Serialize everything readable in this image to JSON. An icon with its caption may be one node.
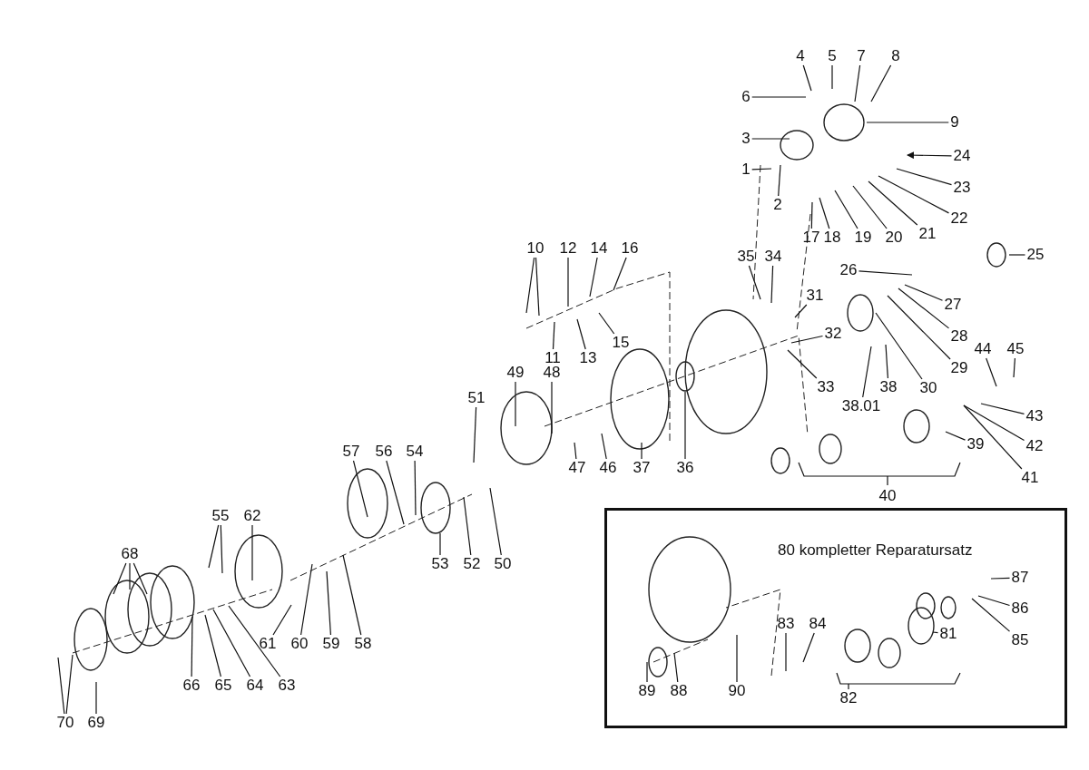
{
  "diagram": {
    "nodes": [
      {
        "text": [
          "1"
        ]
      },
      {
        "text": [
          "2"
        ]
      },
      {
        "text": [
          "3"
        ]
      },
      {
        "text": [
          "4"
        ]
      },
      {
        "text": [
          "5"
        ]
      },
      {
        "text": [
          "6"
        ]
      },
      {
        "text": [
          "7"
        ]
      },
      {
        "text": [
          "8"
        ]
      },
      {
        "text": [
          "9"
        ]
      },
      {
        "text": [
          "10"
        ]
      },
      {
        "text": [
          "11"
        ]
      },
      {
        "text": [
          "12"
        ]
      },
      {
        "text": [
          "13"
        ]
      },
      {
        "text": [
          "14"
        ]
      },
      {
        "text": [
          "15"
        ]
      },
      {
        "text": [
          "16"
        ]
      },
      {
        "text": [
          "17"
        ]
      },
      {
        "text": [
          "18"
        ]
      },
      {
        "text": [
          "19"
        ]
      },
      {
        "text": [
          "20"
        ]
      },
      {
        "text": [
          "21"
        ]
      },
      {
        "text": [
          "22"
        ]
      },
      {
        "text": [
          "23"
        ]
      },
      {
        "text": [
          "24"
        ]
      },
      {
        "text": [
          "25"
        ]
      },
      {
        "text": [
          "26"
        ]
      },
      {
        "text": [
          "27"
        ]
      },
      {
        "text": [
          "28"
        ]
      },
      {
        "text": [
          "29"
        ]
      },
      {
        "text": [
          "30"
        ]
      },
      {
        "text": [
          "31"
        ]
      },
      {
        "text": [
          "32"
        ]
      },
      {
        "text": [
          "33"
        ]
      },
      {
        "text": [
          "34"
        ]
      },
      {
        "text": [
          "35"
        ]
      },
      {
        "text": [
          "36"
        ]
      },
      {
        "text": [
          "37"
        ]
      },
      {
        "text": [
          "38"
        ]
      },
      {
        "text": [
          "38.01"
        ]
      },
      {
        "text": [
          "39"
        ]
      },
      {
        "text": [
          "40"
        ]
      },
      {
        "text": [
          "41"
        ]
      },
      {
        "text": [
          "42"
        ]
      },
      {
        "text": [
          "43"
        ]
      },
      {
        "text": [
          "44"
        ]
      },
      {
        "text": [
          "45"
        ]
      },
      {
        "text": [
          "46"
        ]
      },
      {
        "text": [
          "47"
        ]
      },
      {
        "text": [
          "48"
        ]
      },
      {
        "text": [
          "49"
        ]
      },
      {
        "text": [
          "50"
        ]
      },
      {
        "text": [
          "51"
        ]
      },
      {
        "text": [
          "52"
        ]
      },
      {
        "text": [
          "53"
        ]
      },
      {
        "text": [
          "54"
        ]
      },
      {
        "text": [
          "55"
        ]
      },
      {
        "text": [
          "56"
        ]
      },
      {
        "text": [
          "57"
        ]
      },
      {
        "text": [
          "58"
        ]
      },
      {
        "text": [
          "59"
        ]
      },
      {
        "text": [
          "60"
        ]
      },
      {
        "text": [
          "61"
        ]
      },
      {
        "text": [
          "62"
        ]
      },
      {
        "text": [
          "63"
        ]
      },
      {
        "text": [
          "64"
        ]
      },
      {
        "text": [
          "65"
        ]
      },
      {
        "text": [
          "66"
        ]
      },
      {
        "text": [
          "68"
        ]
      },
      {
        "text": [
          "69"
        ]
      },
      {
        "text": [
          "70"
        ]
      },
      {
        "text": [
          "80 kompletter Reparatursatz"
        ]
      },
      {
        "text": [
          "81"
        ],
        "in": 70
      },
      {
        "text": [
          "82"
        ],
        "in": 70
      },
      {
        "text": [
          "83"
        ],
        "in": 70
      },
      {
        "text": [
          "84"
        ],
        "in": 70
      },
      {
        "text": [
          "85"
        ],
        "in": 70
      },
      {
        "text": [
          "86"
        ],
        "in": 70
      },
      {
        "text": [
          "87"
        ],
        "in": 70
      },
      {
        "text": [
          "88"
        ],
        "in": 70
      },
      {
        "text": [
          "89"
        ],
        "in": 70
      },
      {
        "text": [
          "90"
        ],
        "in": 70
      }
    ],
    "edges": [
      {
        "from": 0,
        "to": null,
        "arrow": "none"
      },
      {
        "from": 1,
        "to": null,
        "arrow": "none"
      },
      {
        "from": 2,
        "to": null,
        "arrow": "none"
      },
      {
        "from": 3,
        "to": null,
        "arrow": "none"
      },
      {
        "from": 4,
        "to": null,
        "arrow": "none"
      },
      {
        "from": 5,
        "to": null,
        "arrow": "none"
      },
      {
        "from": 6,
        "to": null,
        "arrow": "none"
      },
      {
        "from": 7,
        "to": null,
        "arrow": "none"
      },
      {
        "from": 8,
        "to": null,
        "arrow": "none"
      },
      {
        "from": 9,
        "to": null,
        "arrow": "none"
      },
      {
        "from": 9,
        "to": null,
        "arrow": "none"
      },
      {
        "from": 10,
        "to": null,
        "arrow": "none"
      },
      {
        "from": 11,
        "to": null,
        "arrow": "none"
      },
      {
        "from": 12,
        "to": null,
        "arrow": "none"
      },
      {
        "from": 13,
        "to": null,
        "arrow": "none"
      },
      {
        "from": 14,
        "to": null,
        "arrow": "none"
      },
      {
        "from": 15,
        "to": null,
        "arrow": "none"
      },
      {
        "from": 16,
        "to": null,
        "arrow": "none"
      },
      {
        "from": 17,
        "to": null,
        "arrow": "none"
      },
      {
        "from": 18,
        "to": null,
        "arrow": "none"
      },
      {
        "from": 19,
        "to": null,
        "arrow": "none"
      },
      {
        "from": 20,
        "to": null,
        "arrow": "none"
      },
      {
        "from": 21,
        "to": null,
        "arrow": "none"
      },
      {
        "from": 22,
        "to": null,
        "arrow": "none"
      },
      {
        "from": 23,
        "to": null,
        "arrow": "to"
      },
      {
        "from": 24,
        "to": null,
        "arrow": "none"
      },
      {
        "from": 25,
        "to": null,
        "arrow": "none"
      },
      {
        "from": 26,
        "to": null,
        "arrow": "none"
      },
      {
        "from": 27,
        "to": null,
        "arrow": "none"
      },
      {
        "from": 28,
        "to": null,
        "arrow": "none"
      },
      {
        "from": 29,
        "to": null,
        "arrow": "none"
      },
      {
        "from": 30,
        "to": null,
        "arrow": "none"
      },
      {
        "from": 31,
        "to": null,
        "arrow": "none"
      },
      {
        "from": 32,
        "to": null,
        "arrow": "none"
      },
      {
        "from": 33,
        "to": null,
        "arrow": "none"
      },
      {
        "from": 34,
        "to": null,
        "arrow": "none"
      },
      {
        "from": 35,
        "to": null,
        "arrow": "none"
      },
      {
        "from": 36,
        "to": null,
        "arrow": "none"
      },
      {
        "from": 37,
        "to": null,
        "arrow": "none"
      },
      {
        "from": 38,
        "to": null,
        "arrow": "none"
      },
      {
        "from": 39,
        "to": null,
        "arrow": "none"
      },
      {
        "from": 41,
        "to": null,
        "arrow": "none"
      },
      {
        "from": 42,
        "to": null,
        "arrow": "none"
      },
      {
        "from": 43,
        "to": null,
        "arrow": "none"
      },
      {
        "from": 44,
        "to": null,
        "arrow": "none"
      },
      {
        "from": 45,
        "to": null,
        "arrow": "none"
      },
      {
        "from": 46,
        "to": null,
        "arrow": "none"
      },
      {
        "from": 47,
        "to": null,
        "arrow": "none"
      },
      {
        "from": 48,
        "to": null,
        "arrow": "none"
      },
      {
        "from": 49,
        "to": null,
        "arrow": "none"
      },
      {
        "from": 50,
        "to": null,
        "arrow": "none"
      },
      {
        "from": 51,
        "to": null,
        "arrow": "none"
      },
      {
        "from": 52,
        "to": null,
        "arrow": "none"
      },
      {
        "from": 53,
        "to": null,
        "arrow": "none"
      },
      {
        "from": 54,
        "to": null,
        "arrow": "none"
      },
      {
        "from": 55,
        "to": null,
        "arrow": "none"
      },
      {
        "from": 55,
        "to": null,
        "arrow": "none"
      },
      {
        "from": 56,
        "to": null,
        "arrow": "none"
      },
      {
        "from": 57,
        "to": null,
        "arrow": "none"
      },
      {
        "from": 58,
        "to": null,
        "arrow": "none"
      },
      {
        "from": 59,
        "to": null,
        "arrow": "none"
      },
      {
        "from": 60,
        "to": null,
        "arrow": "none"
      },
      {
        "from": 61,
        "to": null,
        "arrow": "none"
      },
      {
        "from": 62,
        "to": null,
        "arrow": "none"
      },
      {
        "from": 63,
        "to": null,
        "arrow": "none"
      },
      {
        "from": 64,
        "to": null,
        "arrow": "none"
      },
      {
        "from": 65,
        "to": null,
        "arrow": "none"
      },
      {
        "from": 66,
        "to": null,
        "arrow": "none"
      },
      {
        "from": 67,
        "to": null,
        "arrow": "none"
      },
      {
        "from": 67,
        "to": null,
        "arrow": "none"
      },
      {
        "from": 67,
        "to": null,
        "arrow": "none"
      },
      {
        "from": 68,
        "to": null,
        "arrow": "none"
      },
      {
        "from": 69,
        "to": null,
        "arrow": "none"
      },
      {
        "from": 69,
        "to": null,
        "arrow": "none"
      },
      {
        "from": 71,
        "to": null,
        "arrow": "none"
      },
      {
        "from": 73,
        "to": null,
        "arrow": "none"
      },
      {
        "from": 74,
        "to": null,
        "arrow": "none"
      },
      {
        "from": 75,
        "to": null,
        "arrow": "none"
      },
      {
        "from": 76,
        "to": null,
        "arrow": "none"
      },
      {
        "from": 77,
        "to": null,
        "arrow": "none"
      },
      {
        "from": 78,
        "to": null,
        "arrow": "none"
      },
      {
        "from": 79,
        "to": null,
        "arrow": "none"
      },
      {
        "from": 80,
        "to": null,
        "arrow": "none"
      }
    ]
  }
}
